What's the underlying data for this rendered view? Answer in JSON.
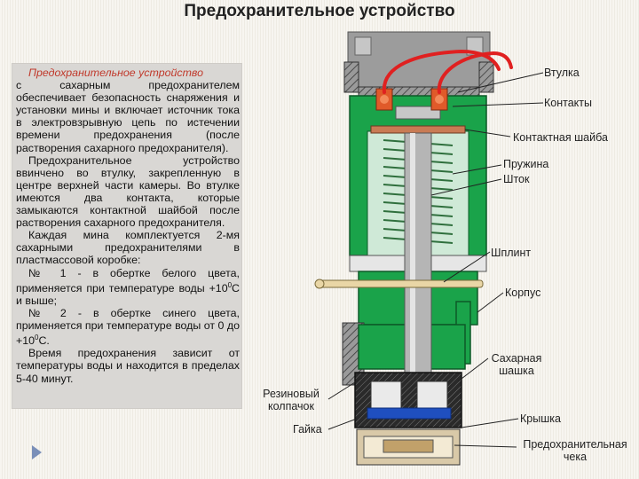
{
  "slide": {
    "title": "Предохранительное устройство"
  },
  "text": {
    "intro_heading": "Предохранительное устройство",
    "intro_body": "с сахарным предохранителем обеспечивает безопасность снаряжения и установки мины и включает источник тока в электровзрывную цепь по истечении времени предохранения (после растворения сахарного предохранителя).",
    "p2": "Предохранительное устройство ввинчено во втулку, закрепленную в центре верхней части камеры. Во втулке имеются два контакта, которые замыкаются контактной шайбой после растворения сахарного предохранителя.",
    "p3": "Каждая мина комплектуется 2-мя сахарными предохранителями в пластмассовой коробке:",
    "p4_a": "№ 1 - в обертке белого цвета, применяется при температуре воды +10",
    "p4_sup": "0",
    "p4_b": "С и выше;",
    "p5_a": "№ 2 - в обертке синего цвета, применяется при температуре воды от 0 до +10",
    "p5_sup": "0",
    "p5_b": "С.",
    "p6": "Время предохранения зависит от температуры воды и находится в пределах 5-40 минут."
  },
  "labels": {
    "vtulka": "Втулка",
    "kontakty": "Контакты",
    "kontaktnaya_shaiba": "Контактная шайба",
    "pruzhina": "Пружина",
    "shtok": "Шток",
    "shplint": "Шплинт",
    "korpus": "Корпус",
    "sakharnaya": "Сахарная",
    "shashka": "шашка",
    "rezinovy": "Резиновый",
    "kolpachok": "колпачок",
    "gaika": "Гайка",
    "kryshka": "Крышка",
    "predokhranitelnaya": "Предохранительная",
    "cheka": "чека"
  },
  "colors": {
    "body_green": "#1aa34a",
    "wire_red": "#e02020",
    "insulator_gray": "#8c8c8c",
    "cap_blue": "#1f4fbf",
    "hatch_black": "#1a1a1a"
  }
}
